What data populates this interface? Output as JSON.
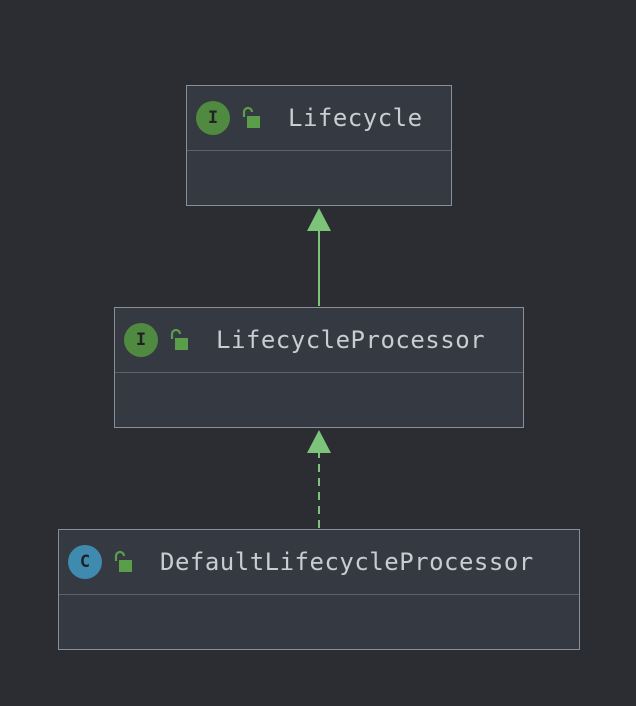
{
  "diagram": {
    "type": "uml-class-hierarchy",
    "nodes": [
      {
        "id": "lifecycle",
        "name": "Lifecycle",
        "kind": "interface",
        "kind_letter": "I",
        "visibility_icon": "unlocked-lock-icon"
      },
      {
        "id": "lifecycle-processor",
        "name": "LifecycleProcessor",
        "kind": "interface",
        "kind_letter": "I",
        "visibility_icon": "unlocked-lock-icon"
      },
      {
        "id": "default-lifecycle-processor",
        "name": "DefaultLifecycleProcessor",
        "kind": "class",
        "kind_letter": "C",
        "visibility_icon": "unlocked-lock-icon"
      }
    ],
    "edges": [
      {
        "from": "lifecycle-processor",
        "to": "lifecycle",
        "relation": "extends",
        "line": "solid"
      },
      {
        "from": "default-lifecycle-processor",
        "to": "lifecycle-processor",
        "relation": "implements",
        "line": "dashed"
      }
    ]
  },
  "colors": {
    "background": "#2b2d33",
    "node_fill": "#353941",
    "node_border": "#8a8e95",
    "interface_badge": "#4f8a40",
    "class_badge": "#3f8bb0",
    "arrow": "#7cc47a",
    "lock": "#5a9e4a",
    "text": "#c9ccd1"
  }
}
